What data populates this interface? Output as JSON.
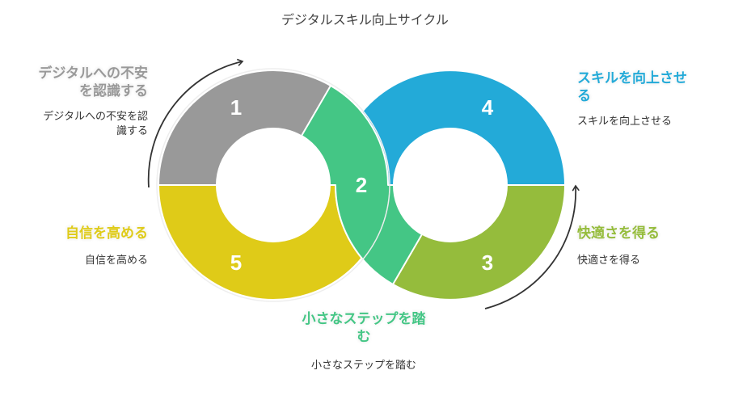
{
  "title": "デジタルスキル向上サイクル",
  "colors": {
    "step1": "#999999",
    "step2": "#44C685",
    "step3": "#95BC3C",
    "step4": "#23AAD8",
    "step5": "#DFCB18"
  },
  "steps": [
    {
      "number": "1",
      "heading_lines": [
        "デジタルへの不安",
        "を認識する"
      ],
      "desc_lines": [
        "デジタルへの不安を認",
        "識する"
      ]
    },
    {
      "number": "2",
      "heading_lines": [
        "小さなステップを踏",
        "む"
      ],
      "desc_lines": [
        "小さなステップを踏む"
      ]
    },
    {
      "number": "3",
      "heading_lines": [
        "快適さを得る"
      ],
      "desc_lines": [
        "快適さを得る"
      ]
    },
    {
      "number": "4",
      "heading_lines": [
        "スキルを向上させ",
        "る"
      ],
      "desc_lines": [
        "スキルを向上させる"
      ]
    },
    {
      "number": "5",
      "heading_lines": [
        "自信を高める"
      ],
      "desc_lines": [
        "自信を高める"
      ]
    }
  ]
}
